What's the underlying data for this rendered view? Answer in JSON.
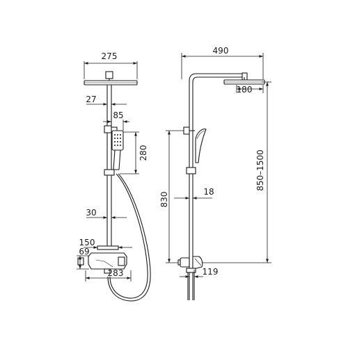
{
  "diagram": {
    "line_color": "#1a1a1a",
    "background": "#ffffff",
    "front_view": {
      "dims": {
        "head_width": "275",
        "arm_offset": "27",
        "holder_offset": "85",
        "holder_height": "280",
        "pipe_offset": "30",
        "mixer_depth": "150",
        "mixer_height": "69",
        "mixer_width": "283"
      }
    },
    "side_view": {
      "dims": {
        "arm_reach": "490",
        "head_depth": "180",
        "total_height": "850–1500",
        "holder_to_mixer": "830",
        "slider_offset": "18",
        "spout_reach": "119"
      }
    }
  }
}
